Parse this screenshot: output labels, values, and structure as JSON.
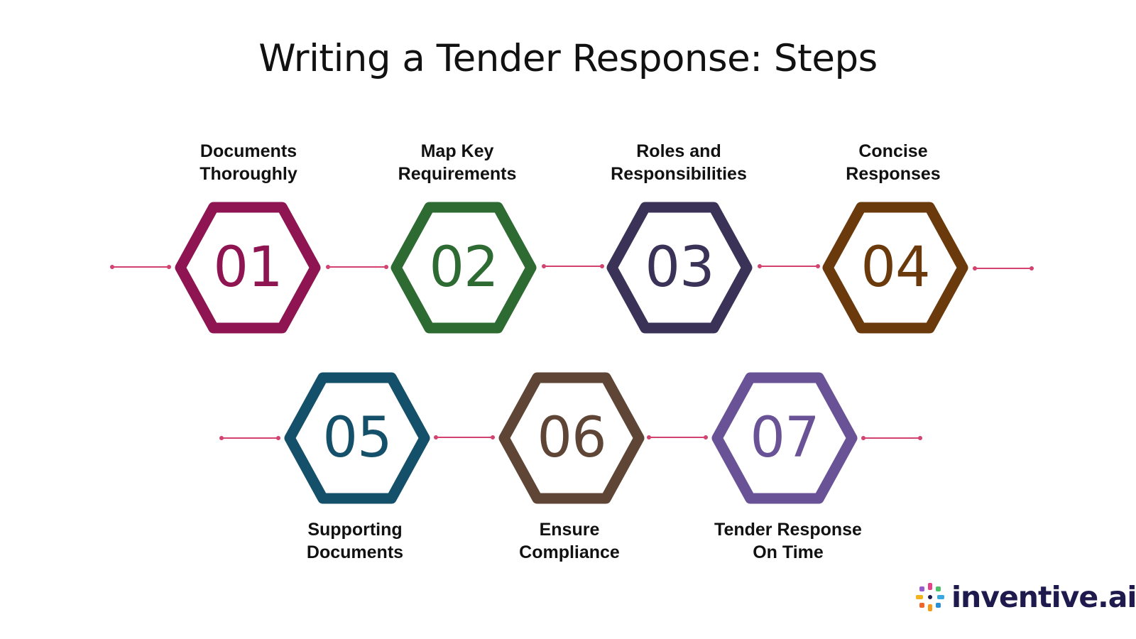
{
  "title": "Writing a Tender Response: Steps",
  "steps": [
    {
      "number": "01",
      "label_line1": "Documents",
      "label_line2": "Thoroughly",
      "color": "#8e1552"
    },
    {
      "number": "02",
      "label_line1": "Map Key",
      "label_line2": "Requirements",
      "color": "#2e6b33"
    },
    {
      "number": "03",
      "label_line1": "Roles and",
      "label_line2": "Responsibilities",
      "color": "#3a3257"
    },
    {
      "number": "04",
      "label_line1": "Concise",
      "label_line2": "Responses",
      "color": "#6b3a0c"
    },
    {
      "number": "05",
      "label_line1": "Supporting",
      "label_line2": "Documents",
      "color": "#14506a"
    },
    {
      "number": "06",
      "label_line1": "Ensure",
      "label_line2": "Compliance",
      "color": "#5e4535"
    },
    {
      "number": "07",
      "label_line1": "Tender Response",
      "label_line2": "On Time",
      "color": "#6a5296"
    }
  ],
  "connector_color": "#d4426f",
  "logo": {
    "text": "inventive.ai"
  }
}
